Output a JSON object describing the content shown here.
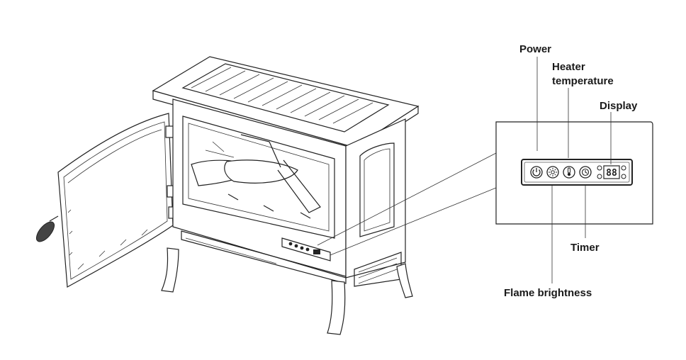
{
  "callouts": {
    "power": "Power",
    "heater_temperature_line1": "Heater",
    "heater_temperature_line2": "temperature",
    "display": "Display",
    "timer": "Timer",
    "flame_brightness": "Flame brightness"
  },
  "panel": {
    "display_readout": "88"
  }
}
